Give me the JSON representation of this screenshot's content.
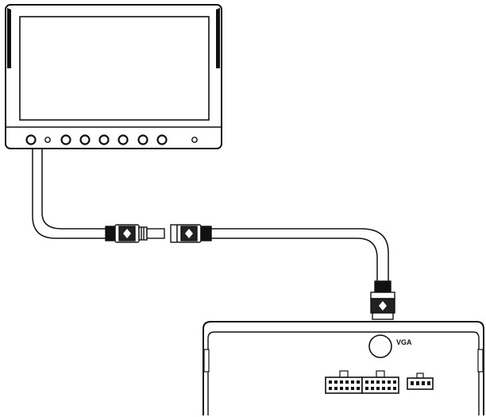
{
  "diagram": {
    "vga_label": "VGA",
    "colors": {
      "line": "#111111",
      "cable_fill": "#ffffff",
      "shade": "#222222"
    },
    "monitor": {
      "button_count": 7,
      "indicator_count": 2
    },
    "dvr": {
      "connectors": [
        "12-pin-connector",
        "12-pin-connector",
        "4-pin-connector"
      ]
    }
  }
}
